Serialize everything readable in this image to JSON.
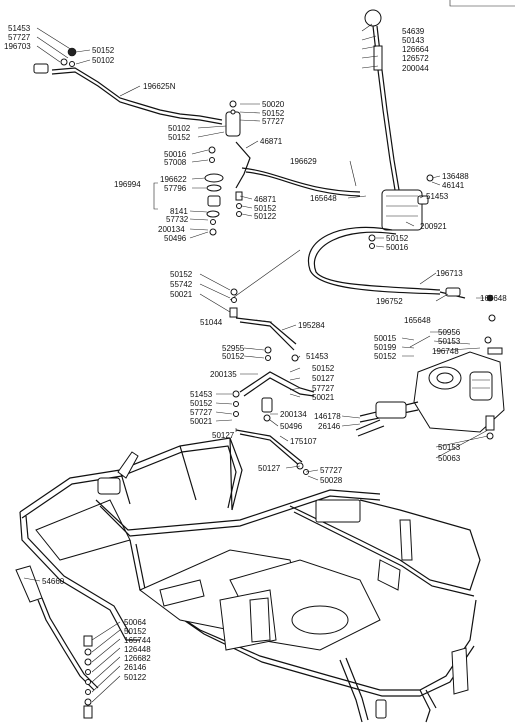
{
  "diagram": {
    "labels": [
      {
        "text": "51453"
      },
      {
        "text": "57727"
      },
      {
        "text": "196703"
      },
      {
        "text": "50152"
      },
      {
        "text": "50102"
      },
      {
        "text": "196625N"
      },
      {
        "text": "50020"
      },
      {
        "text": "50152"
      },
      {
        "text": "57727"
      },
      {
        "text": "50102"
      },
      {
        "text": "50152"
      },
      {
        "text": "46871"
      },
      {
        "text": "50016"
      },
      {
        "text": "57008"
      },
      {
        "text": "196622"
      },
      {
        "text": "196994"
      },
      {
        "text": "57796"
      },
      {
        "text": "46871"
      },
      {
        "text": "50152"
      },
      {
        "text": "50122"
      },
      {
        "text": "8141"
      },
      {
        "text": "57732"
      },
      {
        "text": "200134"
      },
      {
        "text": "50496"
      },
      {
        "text": "196629"
      },
      {
        "text": "165648"
      },
      {
        "text": "54639"
      },
      {
        "text": "50143"
      },
      {
        "text": "126664"
      },
      {
        "text": "126572"
      },
      {
        "text": "200044"
      },
      {
        "text": "136488"
      },
      {
        "text": "46141"
      },
      {
        "text": "51453"
      },
      {
        "text": "200921"
      },
      {
        "text": "50152"
      },
      {
        "text": "50016"
      },
      {
        "text": "196713"
      },
      {
        "text": "196752"
      },
      {
        "text": "165648"
      },
      {
        "text": "50152"
      },
      {
        "text": "55742"
      },
      {
        "text": "50021"
      },
      {
        "text": "51044"
      },
      {
        "text": "195284"
      },
      {
        "text": "165648"
      },
      {
        "text": "50956"
      },
      {
        "text": "50015"
      },
      {
        "text": "50199"
      },
      {
        "text": "50153"
      },
      {
        "text": "196748"
      },
      {
        "text": "50152"
      },
      {
        "text": "52955"
      },
      {
        "text": "50152"
      },
      {
        "text": "51453"
      },
      {
        "text": "50152"
      },
      {
        "text": "200135"
      },
      {
        "text": "50127"
      },
      {
        "text": "57727"
      },
      {
        "text": "50021"
      },
      {
        "text": "51453"
      },
      {
        "text": "50152"
      },
      {
        "text": "57727"
      },
      {
        "text": "50021"
      },
      {
        "text": "200134"
      },
      {
        "text": "50496"
      },
      {
        "text": "146178"
      },
      {
        "text": "26146"
      },
      {
        "text": "50127"
      },
      {
        "text": "175107"
      },
      {
        "text": "50127"
      },
      {
        "text": "57727"
      },
      {
        "text": "50028"
      },
      {
        "text": "50153"
      },
      {
        "text": "50063"
      },
      {
        "text": "54660"
      },
      {
        "text": "50064"
      },
      {
        "text": "50152"
      },
      {
        "text": "165744"
      },
      {
        "text": "126448"
      },
      {
        "text": "126682"
      },
      {
        "text": "26146"
      },
      {
        "text": "50122"
      }
    ]
  }
}
